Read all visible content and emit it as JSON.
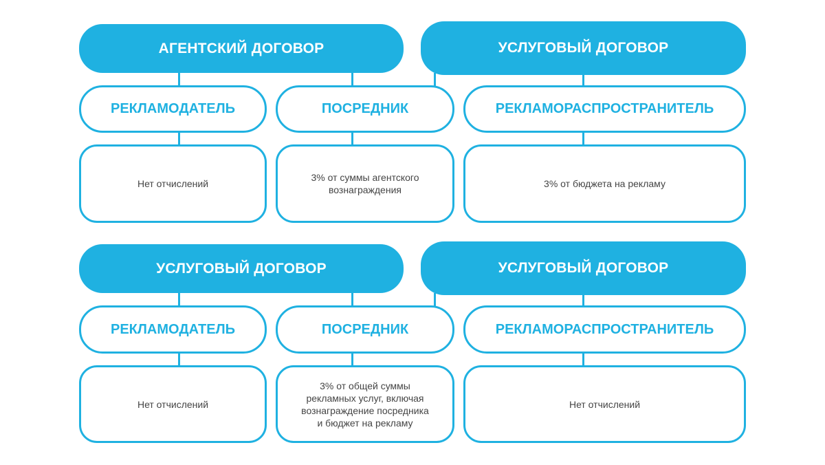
{
  "colors": {
    "accent": "#1fb1e1",
    "text_dark": "#444444",
    "background": "#ffffff"
  },
  "sections": [
    {
      "left_contract": "АГЕНТСКИЙ ДОГОВОР",
      "right_contract": "УСЛУГОВЫЙ ДОГОВОР",
      "roles": [
        "РЕКЛАМОДАТЕЛЬ",
        "ПОСРЕДНИК",
        "РЕКЛАМОРАСПРОСТРАНИТЕЛЬ"
      ],
      "deductions": [
        "Нет отчислений",
        "3% от суммы агентского\nвознаграждения",
        "3% от бюджета на рекламу"
      ]
    },
    {
      "left_contract": "УСЛУГОВЫЙ ДОГОВОР",
      "right_contract": "УСЛУГОВЫЙ ДОГОВОР",
      "roles": [
        "РЕКЛАМОДАТЕЛЬ",
        "ПОСРЕДНИК",
        "РЕКЛАМОРАСПРОСТРАНИТЕЛЬ"
      ],
      "deductions": [
        "Нет отчислений",
        "3% от общей суммы\nрекламных услуг, включая\nвознаграждение посредника\nи бюджет на рекламу",
        "Нет отчислений"
      ]
    }
  ]
}
